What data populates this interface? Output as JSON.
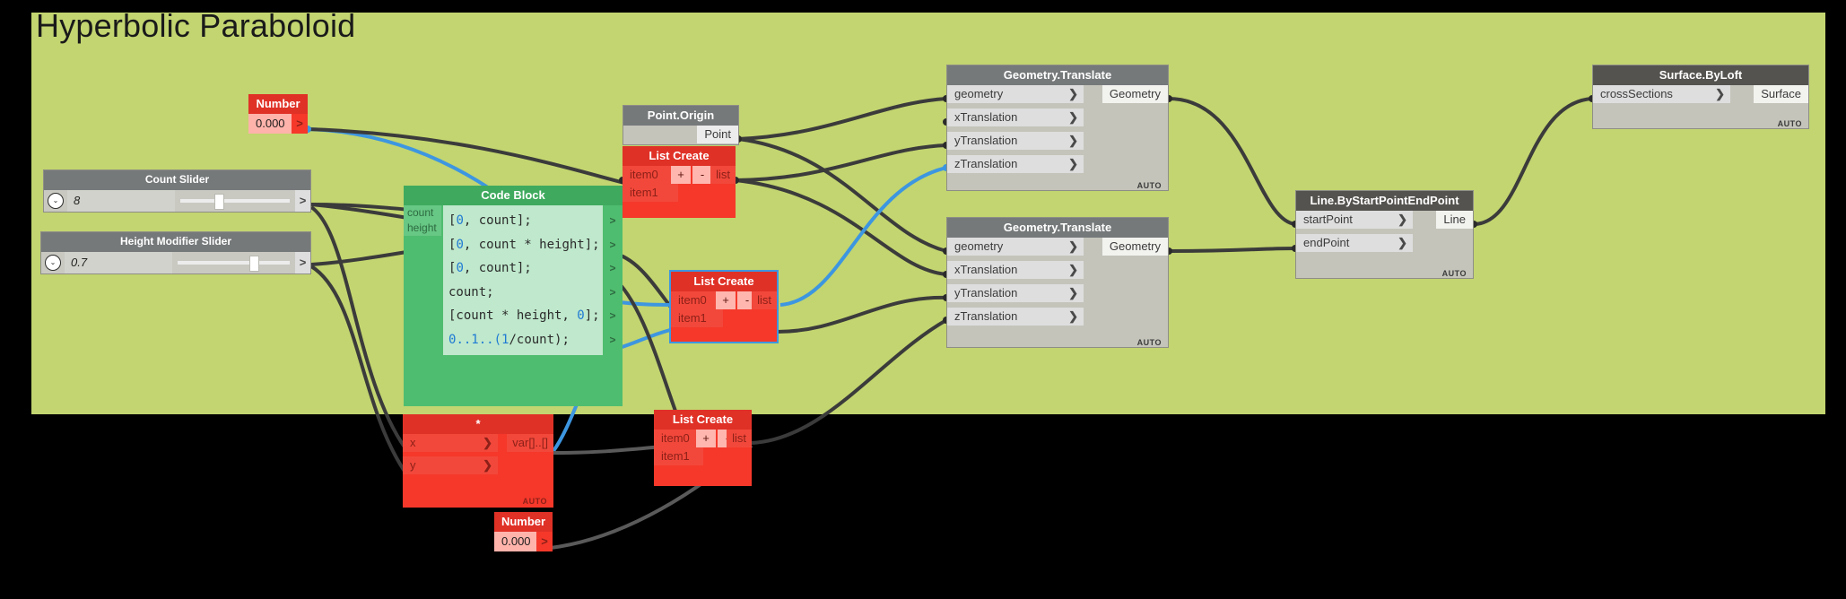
{
  "canvas": {
    "title": "Hyperbolic Paraboloid",
    "background_color": "#c2d570",
    "outside_color": "#000000"
  },
  "nodes": {
    "number_top": {
      "title": "Number",
      "value": "0.000",
      "arrow": ">"
    },
    "count_slider": {
      "title": "Count Slider",
      "value": "8",
      "caret": "⌄",
      "arrow": ">"
    },
    "height_slider": {
      "title": "Height Modifier Slider",
      "value": "0.7",
      "caret": "⌄",
      "arrow": ">"
    },
    "code_block": {
      "title": "Code Block",
      "inputs": [
        "count",
        "height"
      ],
      "lines": [
        [
          {
            "t": "[",
            "c": "k"
          },
          {
            "t": "0",
            "c": "b"
          },
          {
            "t": ", count];",
            "c": "k"
          }
        ],
        [
          {
            "t": "[",
            "c": "k"
          },
          {
            "t": "0",
            "c": "b"
          },
          {
            "t": ", count * height];",
            "c": "k"
          }
        ],
        [
          {
            "t": "[",
            "c": "k"
          },
          {
            "t": "0",
            "c": "b"
          },
          {
            "t": ", count];",
            "c": "k"
          }
        ],
        [
          {
            "t": "count;",
            "c": "k"
          }
        ],
        [
          {
            "t": "[count * height, ",
            "c": "k"
          },
          {
            "t": "0",
            "c": "b"
          },
          {
            "t": "];",
            "c": "k"
          }
        ],
        [
          {
            "t": "0",
            "c": "b"
          },
          {
            "t": "..",
            "c": "b"
          },
          {
            "t": "1",
            "c": "b"
          },
          {
            "t": "..(",
            "c": "b"
          },
          {
            "t": "1",
            "c": "b"
          },
          {
            "t": "/count);",
            "c": "k"
          }
        ]
      ],
      "output_marks": [
        ">",
        ">",
        ">",
        ">",
        ">",
        ">"
      ]
    },
    "point_origin": {
      "title": "Point.Origin",
      "output": "Point"
    },
    "list_create_1": {
      "title": "List Create",
      "inputs": [
        "item0",
        "item1"
      ],
      "output": "list",
      "plus": "+",
      "minus": "-",
      "selected": false
    },
    "list_create_2": {
      "title": "List Create",
      "inputs": [
        "item0",
        "item1"
      ],
      "output": "list",
      "plus": "+",
      "minus": "-",
      "selected": true
    },
    "list_create_3": {
      "title": "List Create",
      "inputs": [
        "item0",
        "item1"
      ],
      "output": "list",
      "plus": "+",
      "minus": "-",
      "selected": false
    },
    "geometry_translate_1": {
      "title": "Geometry.Translate",
      "inputs": [
        "geometry",
        "xTranslation",
        "yTranslation",
        "zTranslation"
      ],
      "output": "Geometry",
      "auto": "AUTO",
      "chevron": "❯"
    },
    "geometry_translate_2": {
      "title": "Geometry.Translate",
      "inputs": [
        "geometry",
        "xTranslation",
        "yTranslation",
        "zTranslation"
      ],
      "output": "Geometry",
      "auto": "AUTO",
      "chevron": "❯"
    },
    "line_bystartpointendpoint": {
      "title": "Line.ByStartPointEndPoint",
      "inputs": [
        "startPoint",
        "endPoint"
      ],
      "output": "Line",
      "auto": "AUTO",
      "chevron": "❯"
    },
    "surface_byloft": {
      "title": "Surface.ByLoft",
      "inputs": [
        "crossSections"
      ],
      "output": "Surface",
      "auto": "AUTO",
      "chevron": "❯"
    },
    "multiply": {
      "title": "*",
      "inputs": [
        "x",
        "y"
      ],
      "output": "var[]..[]",
      "auto": "AUTO",
      "chevron": "❯"
    },
    "number_bottom": {
      "title": "Number",
      "value": "0.000",
      "arrow": ">"
    }
  }
}
